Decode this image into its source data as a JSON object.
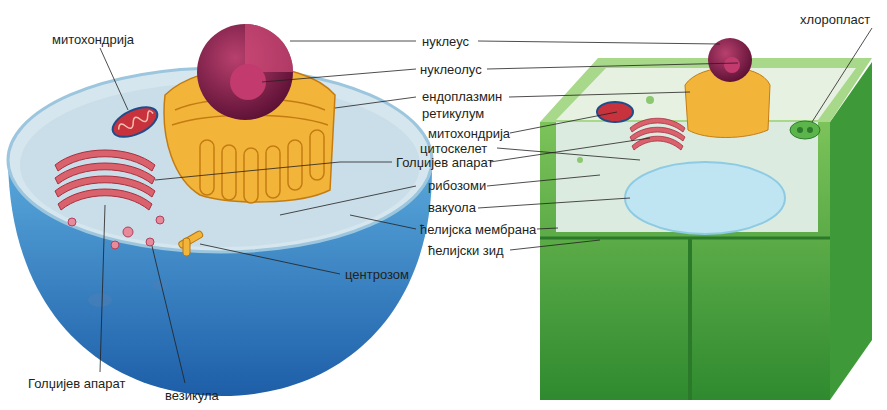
{
  "diagram": {
    "labels": [
      "митохондрија",
      "нуклеус",
      "хлоропласт",
      "нуклеолус",
      "ендоплазмин ретикулум",
      "митохондрија",
      "цитоскелет",
      "Голџијев апарат",
      "рибозоми",
      "вакуола",
      "ћелијска мембрана",
      "ћелијски зид",
      "центрозом",
      "Голџијев апарат",
      "везикула"
    ]
  }
}
